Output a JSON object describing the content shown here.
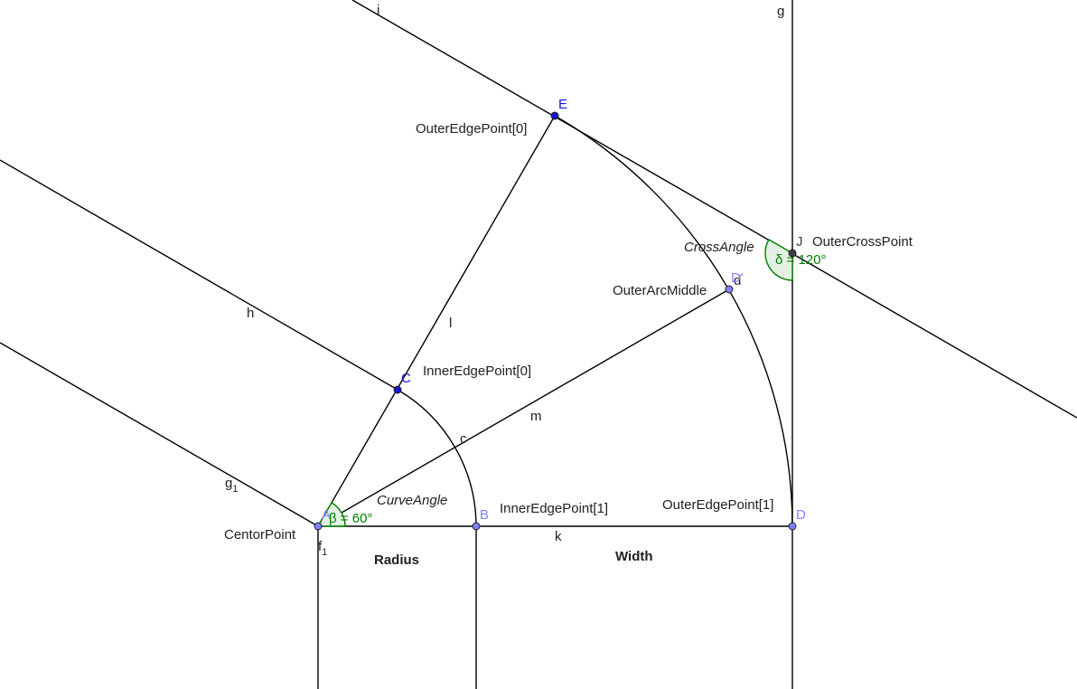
{
  "lines": {
    "i": "i",
    "g": "g",
    "h": "h",
    "g1": "g",
    "g1_sub": "1",
    "f1": "f",
    "f1_sub": "1",
    "k": "k",
    "l": "l",
    "m": "m",
    "c": "c",
    "d": "d"
  },
  "points": {
    "A": "A",
    "B": "B",
    "C": "C",
    "D": "D",
    "E": "E",
    "J": "J",
    "Dprime": "D'"
  },
  "captions": {
    "centor_point": "CentorPoint",
    "inner_edge_point_0": "InnerEdgePoint[0]",
    "inner_edge_point_1": "InnerEdgePoint[1]",
    "outer_edge_point_0": "OuterEdgePoint[0]",
    "outer_edge_point_1": "OuterEdgePoint[1]",
    "outer_arc_middle": "OuterArcMiddle",
    "outer_cross_point": "OuterCrossPoint",
    "radius": "Radius",
    "width": "Width",
    "curve_angle": "CurveAngle",
    "cross_angle": "CrossAngle"
  },
  "angles": {
    "beta": "β = 60°",
    "delta": "δ = 120°"
  },
  "colors": {
    "line": "#000000",
    "free_point": "#1515d2",
    "dependent_point": "#8080ff",
    "intersection_point": "#404040",
    "angle": "#007d00",
    "angle_fill": "#e4f0e4"
  }
}
